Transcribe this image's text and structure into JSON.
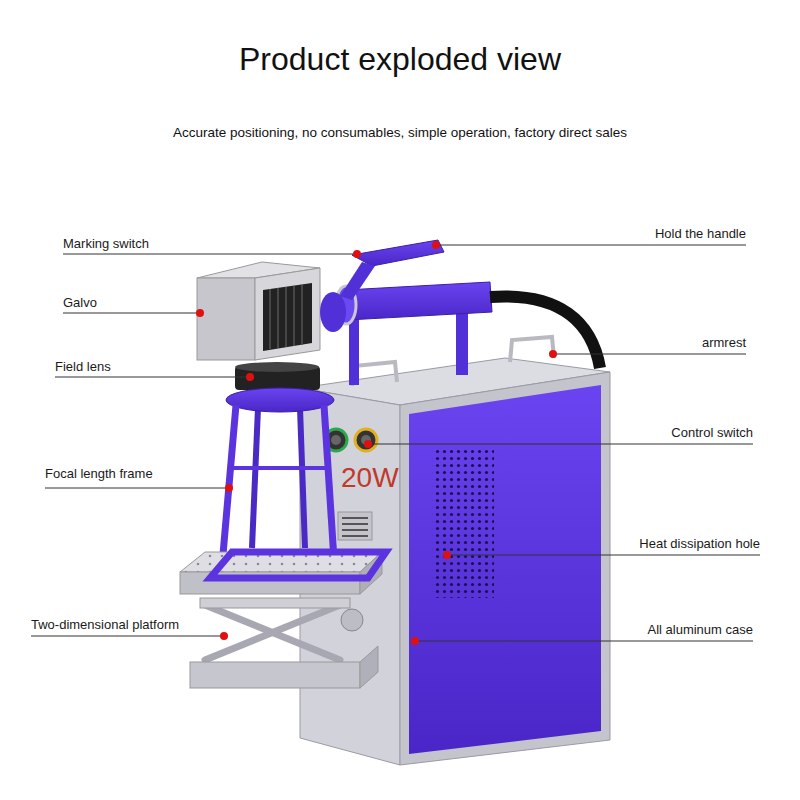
{
  "diagram": {
    "title": "Product exploded view",
    "labels": [
      "Accurate positioning, no consumables, simple operation, factory direct sales",
      "Marking switch",
      "Galvo",
      "Field lens",
      "Focal length frame",
      "Two-dimensional platform",
      "Hold the handle",
      "armrest",
      "Control switch",
      "Heat dissipation hole",
      "All aluminum case",
      "20W"
    ]
  }
}
